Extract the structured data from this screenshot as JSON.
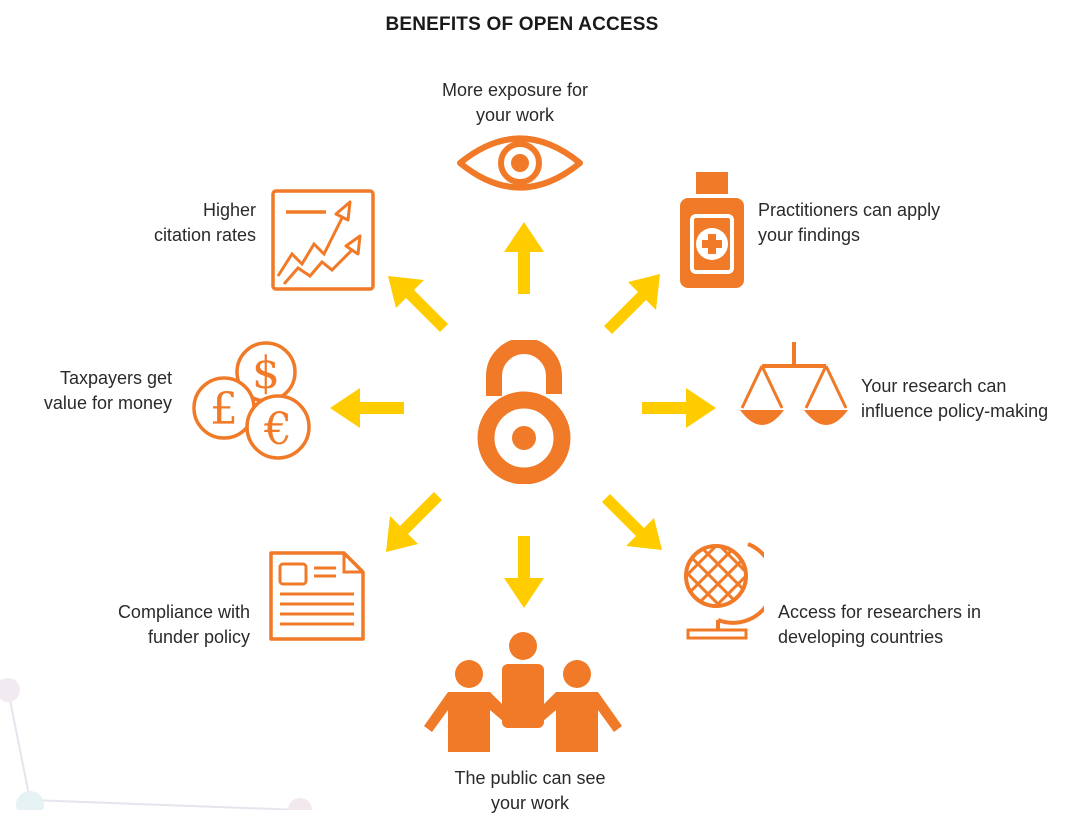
{
  "title": "BENEFITS OF OPEN ACCESS",
  "center_icon": "open-access-lock-icon",
  "colors": {
    "orange": "#F07A27",
    "yellow": "#FFCC00",
    "text": "#2a2a2a"
  },
  "benefits": {
    "exposure": {
      "line1": "More exposure for",
      "line2": "your work",
      "icon": "eye-icon"
    },
    "practitioners": {
      "line1": "Practitioners can apply",
      "line2": "your findings",
      "icon": "medicine-bottle-icon"
    },
    "policy": {
      "line1": "Your research can",
      "line2": "influence policy-making",
      "icon": "scales-icon"
    },
    "developing": {
      "line1": "Access for researchers in",
      "line2": "developing countries",
      "icon": "globe-icon"
    },
    "public": {
      "line1": "The public can see",
      "line2": "your work",
      "icon": "people-icon"
    },
    "compliance": {
      "line1": "Compliance with",
      "line2": "funder policy",
      "icon": "document-icon"
    },
    "taxpayers": {
      "line1": "Taxpayers get",
      "line2": "value for money",
      "icon": "currency-coins-icon"
    },
    "citation": {
      "line1": "Higher",
      "line2": "citation rates",
      "icon": "rising-chart-icon"
    }
  },
  "coins": {
    "dollar": "$",
    "pound": "£",
    "euro": "€"
  }
}
